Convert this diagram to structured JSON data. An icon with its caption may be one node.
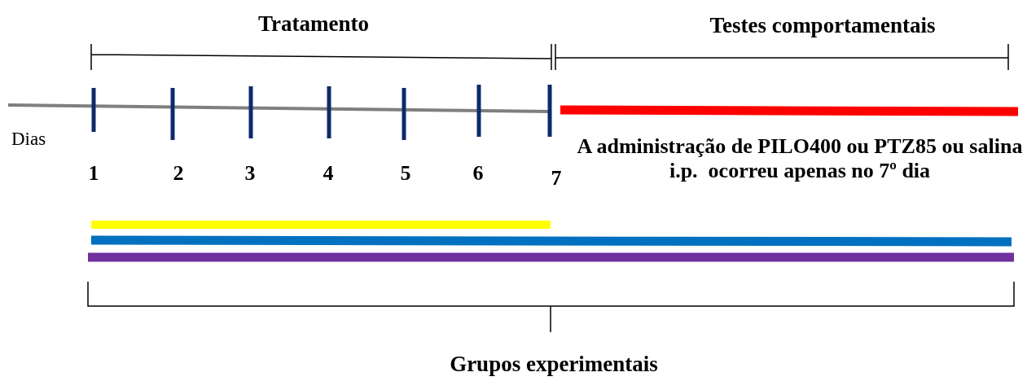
{
  "diagram": {
    "labels": [
      "Tratamento",
      "Testes comportamentais",
      "Dias",
      "1",
      "2",
      "3",
      "4",
      "5",
      "6",
      "7",
      "A administração de PILO400 ou PTZ85 ou salina i.p.  ocorreu apenas no 7º dia",
      "Grupos experimentais"
    ]
  }
}
